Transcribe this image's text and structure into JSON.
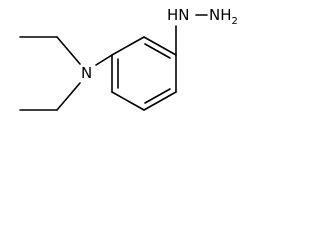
{
  "molecule": {
    "atoms": {
      "amine_n": "N",
      "hydrazine_nh": "HN",
      "hydrazine_nh2_main": "NH",
      "hydrazine_nh2_sub": "2"
    }
  },
  "colors": {
    "background": "#ffffff",
    "bond": "#000000",
    "text": "#000000"
  }
}
